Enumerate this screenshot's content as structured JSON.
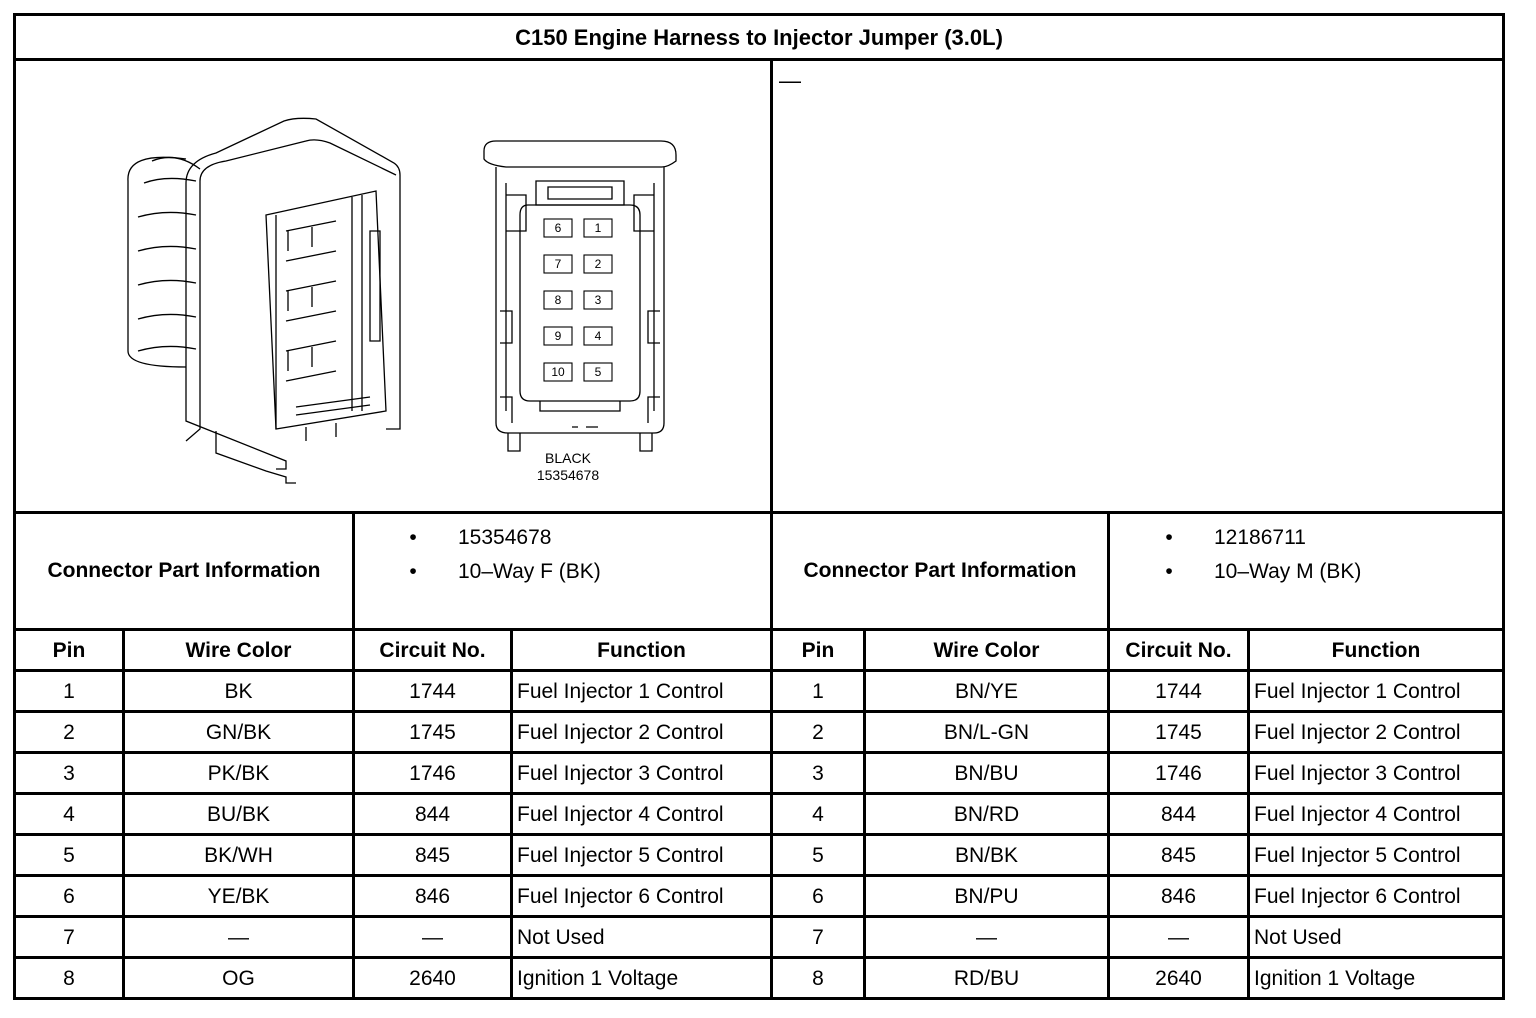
{
  "title": "C150 Engine Harness to Injector Jumper (3.0L)",
  "right_panel_dash": "—",
  "figure": {
    "color_caption": "BLACK",
    "part_caption": "15354678",
    "pin_labels": [
      "6",
      "1",
      "7",
      "2",
      "8",
      "3",
      "9",
      "4",
      "10",
      "5"
    ]
  },
  "left": {
    "cpi_label": "Connector Part Information",
    "cpi_items": [
      "15354678",
      "10–Way F (BK)"
    ],
    "headers": [
      "Pin",
      "Wire Color",
      "Circuit No.",
      "Function"
    ],
    "rows": [
      [
        "1",
        "BK",
        "1744",
        "Fuel Injector 1 Control"
      ],
      [
        "2",
        "GN/BK",
        "1745",
        "Fuel Injector 2 Control"
      ],
      [
        "3",
        "PK/BK",
        "1746",
        "Fuel Injector 3 Control"
      ],
      [
        "4",
        "BU/BK",
        "844",
        "Fuel Injector 4 Control"
      ],
      [
        "5",
        "BK/WH",
        "845",
        "Fuel Injector 5 Control"
      ],
      [
        "6",
        "YE/BK",
        "846",
        "Fuel Injector 6 Control"
      ],
      [
        "7",
        "—",
        "—",
        "Not Used"
      ],
      [
        "8",
        "OG",
        "2640",
        "Ignition 1 Voltage"
      ]
    ]
  },
  "right": {
    "cpi_label": "Connector Part Information",
    "cpi_items": [
      "12186711",
      "10–Way M (BK)"
    ],
    "headers": [
      "Pin",
      "Wire Color",
      "Circuit No.",
      "Function"
    ],
    "rows": [
      [
        "1",
        "BN/YE",
        "1744",
        "Fuel Injector 1 Control"
      ],
      [
        "2",
        "BN/L-GN",
        "1745",
        "Fuel Injector 2 Control"
      ],
      [
        "3",
        "BN/BU",
        "1746",
        "Fuel Injector 3 Control"
      ],
      [
        "4",
        "BN/RD",
        "844",
        "Fuel Injector 4 Control"
      ],
      [
        "5",
        "BN/BK",
        "845",
        "Fuel Injector 5 Control"
      ],
      [
        "6",
        "BN/PU",
        "846",
        "Fuel Injector 6 Control"
      ],
      [
        "7",
        "—",
        "—",
        "Not Used"
      ],
      [
        "8",
        "RD/BU",
        "2640",
        "Ignition 1 Voltage"
      ]
    ]
  }
}
